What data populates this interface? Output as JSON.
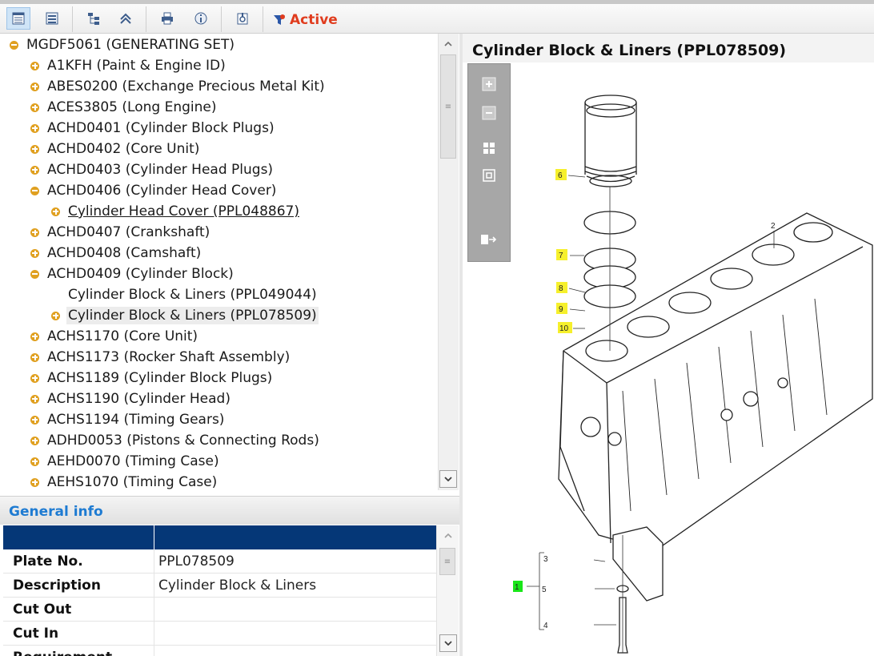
{
  "toolbar": {
    "active_label": "Active",
    "icons": [
      "view-list-icon",
      "view-details-icon",
      "tree-icon",
      "collapse-icon",
      "print-icon",
      "info-icon",
      "export-icon",
      "filter-icon"
    ]
  },
  "tree": {
    "items": [
      {
        "label": "MGDF5061 (GENERATING SET)",
        "level": 0,
        "expander": "minus"
      },
      {
        "label": "A1KFH (Paint & Engine ID)",
        "level": 1,
        "expander": "plus"
      },
      {
        "label": "ABES0200 (Exchange Precious Metal Kit)",
        "level": 1,
        "expander": "plus"
      },
      {
        "label": "ACES3805 (Long Engine)",
        "level": 1,
        "expander": "plus"
      },
      {
        "label": "ACHD0401 (Cylinder Block Plugs)",
        "level": 1,
        "expander": "plus"
      },
      {
        "label": "ACHD0402 (Core Unit)",
        "level": 1,
        "expander": "plus"
      },
      {
        "label": "ACHD0403 (Cylinder Head Plugs)",
        "level": 1,
        "expander": "plus"
      },
      {
        "label": "ACHD0406 (Cylinder Head Cover)",
        "level": 1,
        "expander": "minus"
      },
      {
        "label": "Cylinder Head Cover (PPL048867)",
        "level": 2,
        "expander": "plus",
        "style": "underline"
      },
      {
        "label": "ACHD0407 (Crankshaft)",
        "level": 1,
        "expander": "plus"
      },
      {
        "label": "ACHD0408 (Camshaft)",
        "level": 1,
        "expander": "plus"
      },
      {
        "label": "ACHD0409 (Cylinder Block)",
        "level": 1,
        "expander": "minus"
      },
      {
        "label": "Cylinder Block & Liners (PPL049044)",
        "level": 2,
        "expander": "none"
      },
      {
        "label": "Cylinder Block & Liners (PPL078509)",
        "level": 2,
        "expander": "plus",
        "style": "selected"
      },
      {
        "label": "ACHS1170 (Core Unit)",
        "level": 1,
        "expander": "plus"
      },
      {
        "label": "ACHS1173 (Rocker Shaft Assembly)",
        "level": 1,
        "expander": "plus"
      },
      {
        "label": "ACHS1189 (Cylinder Block Plugs)",
        "level": 1,
        "expander": "plus"
      },
      {
        "label": "ACHS1190 (Cylinder Head)",
        "level": 1,
        "expander": "plus"
      },
      {
        "label": "ACHS1194 (Timing Gears)",
        "level": 1,
        "expander": "plus"
      },
      {
        "label": "ADHD0053 (Pistons & Connecting Rods)",
        "level": 1,
        "expander": "plus"
      },
      {
        "label": "AEHD0070 (Timing Case)",
        "level": 1,
        "expander": "plus"
      },
      {
        "label": "AEHS1070 (Timing Case)",
        "level": 1,
        "expander": "plus"
      }
    ]
  },
  "general_info": {
    "title": "General info",
    "rows": [
      {
        "key": "Plate No.",
        "value": "PPL078509"
      },
      {
        "key": "Description",
        "value": "Cylinder Block & Liners"
      },
      {
        "key": "Cut Out",
        "value": ""
      },
      {
        "key": "Cut In",
        "value": ""
      },
      {
        "key": "Requirement",
        "value": ""
      }
    ]
  },
  "drawing": {
    "title": "Cylinder Block & Liners (PPL078509)",
    "callouts": [
      "6",
      "7",
      "8",
      "9",
      "10",
      "1",
      "2",
      "3",
      "5",
      "4"
    ],
    "highlight_yellow": "#f6f02c",
    "highlight_green": "#19e619"
  },
  "colors": {
    "accent_blue": "#1e7bd2",
    "header_navy": "#053777",
    "active_red": "#e03c1e",
    "expander_orange": "#e0a020"
  }
}
